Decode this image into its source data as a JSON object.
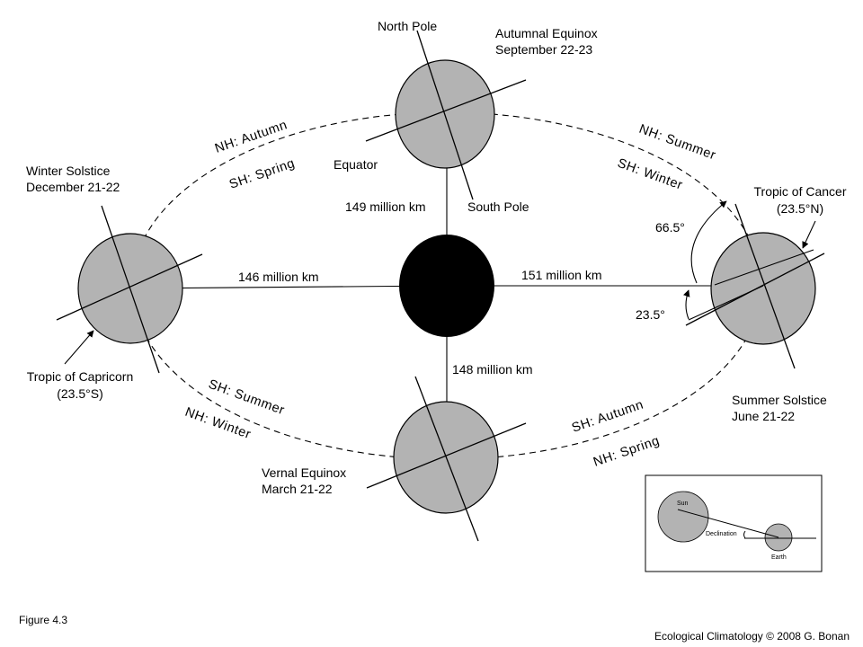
{
  "title_labels": {
    "north_pole": "North Pole",
    "south_pole": "South Pole",
    "equator": "Equator"
  },
  "positions": {
    "autumnal_equinox": {
      "name": "Autumnal Equinox",
      "date": "September 22-23"
    },
    "winter_solstice": {
      "name": "Winter Solstice",
      "date": "December 21-22"
    },
    "vernal_equinox": {
      "name": "Vernal Equinox",
      "date": "March 21-22"
    },
    "summer_solstice": {
      "name": "Summer Solstice",
      "date": "June 21-22"
    }
  },
  "distances": {
    "top": "149 million km",
    "left": "146 million km",
    "right": "151 million km",
    "bottom": "148 million km"
  },
  "tropics": {
    "cancer": {
      "name": "Tropic of Cancer",
      "lat": "(23.5°N)"
    },
    "capricorn": {
      "name": "Tropic of Capricorn",
      "lat": "(23.5°S)"
    }
  },
  "angles": {
    "large": "66.5°",
    "small": "23.5°"
  },
  "seasons": {
    "nh_autumn": "NH: Autumn",
    "sh_spring": "SH: Spring",
    "nh_summer": "NH: Summer",
    "sh_winter": "SH: Winter",
    "sh_summer": "SH: Summer",
    "nh_winter": "NH: Winter",
    "sh_autumn": "SH: Autumn",
    "nh_spring": "NH: Spring"
  },
  "inset": {
    "sun": "Sun",
    "earth": "Earth",
    "declination": "Declination"
  },
  "footer": {
    "figure": "Figure 4.3",
    "credit": "Ecological Climatology © 2008 G. Bonan"
  },
  "colors": {
    "earth_fill": "#b3b3b3",
    "sun_fill": "#000000",
    "line": "#000000"
  }
}
